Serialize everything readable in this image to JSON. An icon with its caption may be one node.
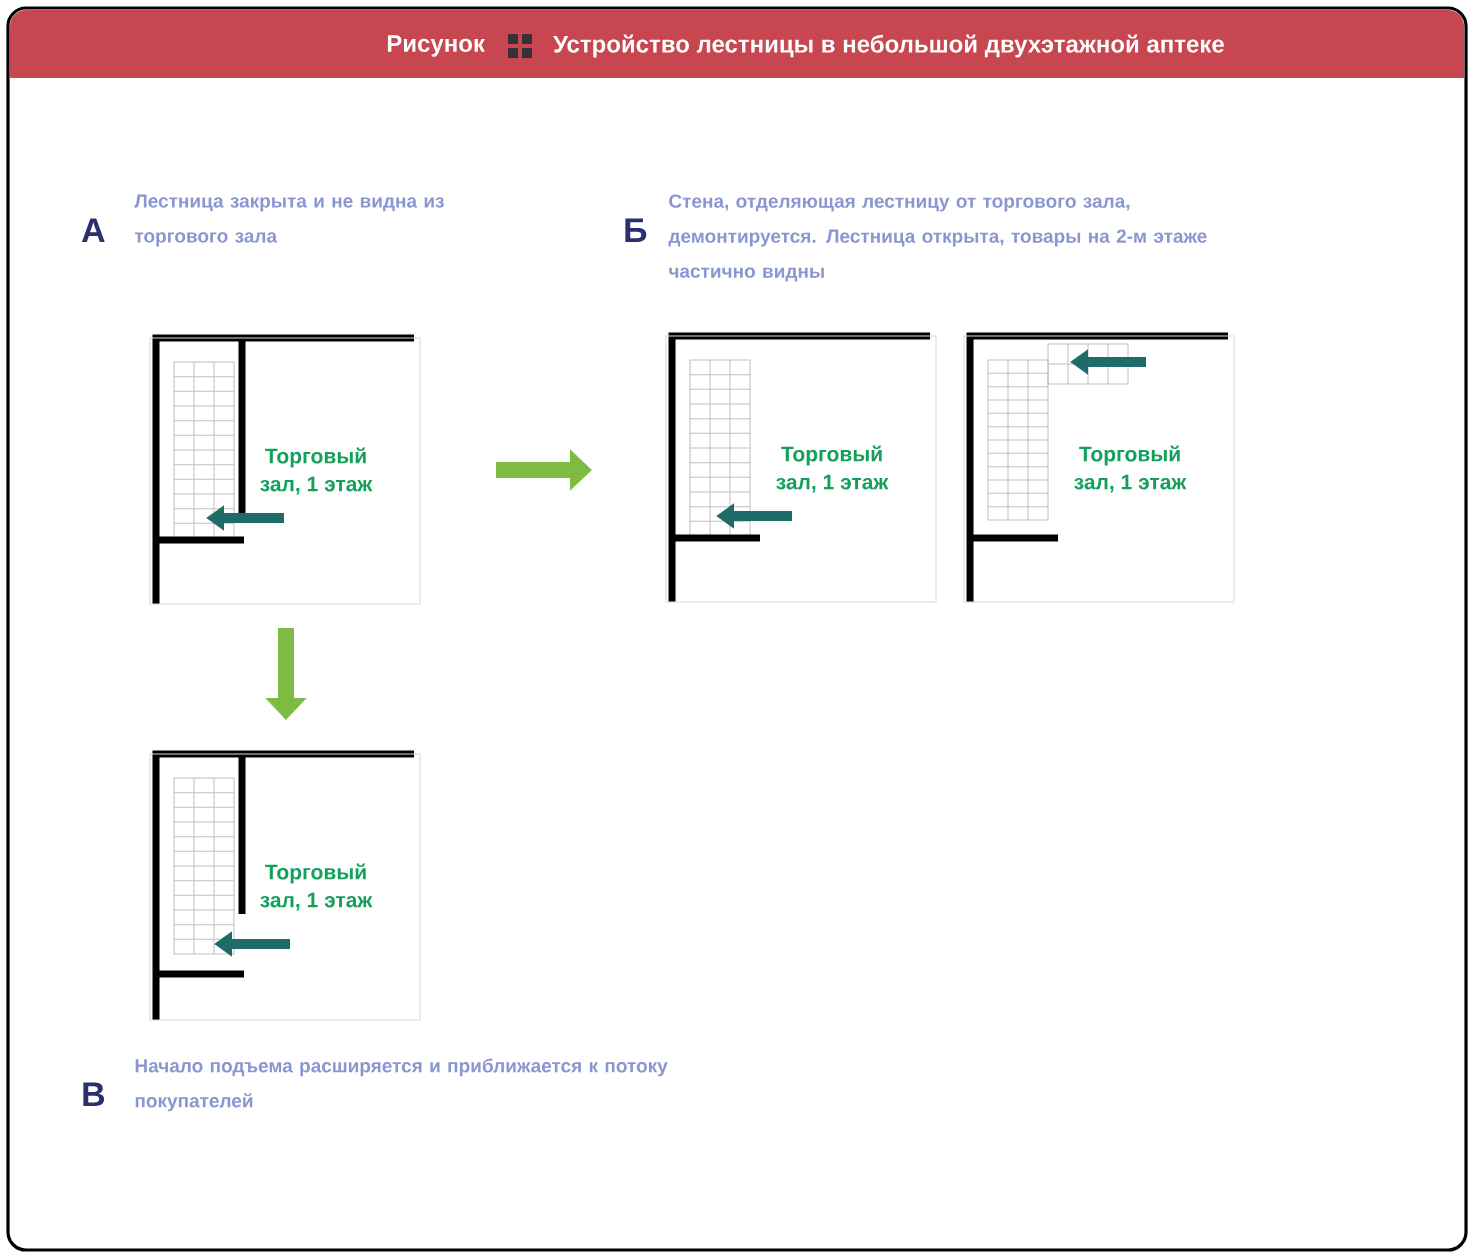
{
  "diagram": {
    "title": "Устройство лестницы в небольшой двухэтажной аптеке",
    "nodes": [
      {
        "text": [
          "Торговый зал, 1 этаж"
        ]
      },
      {
        "text": [
          "Торговый зал, 1 этаж"
        ]
      },
      {
        "text": [
          "Торговый зал, 1 этаж"
        ]
      },
      {
        "text": [
          "Торговый зал, 1 этаж"
        ]
      }
    ],
    "edges": [
      {
        "from": 0,
        "to": 1,
        "arrow": "to"
      },
      {
        "from": 0,
        "to": 3,
        "arrow": "to"
      }
    ],
    "labels": [
      "Рисунок",
      "А",
      "Лестница закрыта и не видна из торгового зала",
      "Б",
      "Стена, отделяющая лестницу от торгового зала, демонтируется. Лестница открыта, товары на 2-м этаже частично видны",
      "В",
      "Начало подъема расширяется и приближается к потоку покупателей"
    ]
  }
}
